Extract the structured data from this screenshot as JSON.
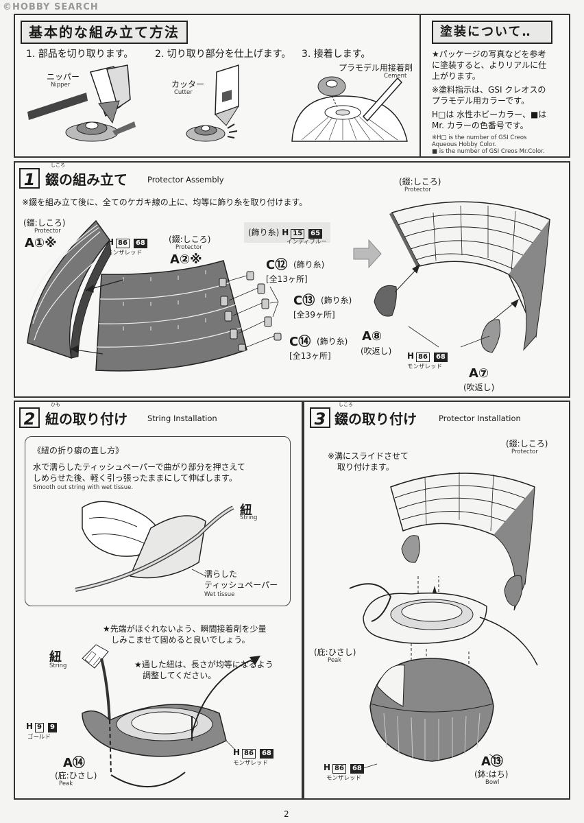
{
  "watermark": "HOBBY SEARCH",
  "basic": {
    "title": "基本的な組み立て方法",
    "step1": "1. 部品を切り取ります。",
    "step2": "2. 切り取り部分を仕上げます。",
    "step3": "3. 接着します。",
    "nipper_jp": "ニッパー",
    "nipper_en": "Nipper",
    "cutter_jp": "カッター",
    "cutter_en": "Cutter",
    "cement_jp": "プラモデル用接着剤",
    "cement_en": "Cement"
  },
  "paint": {
    "title": "塗装について‥",
    "l1": "★パッケージの写真などを参考",
    "l2": "に塗装すると、よりリアルに仕",
    "l3": "上がります。",
    "l4": "※塗料指示は、GSI クレオスの",
    "l5": "プラモデル用カラーです。",
    "l6": "H□は 水性ホビーカラー、■は",
    "l7": "Mr. カラーの色番号です。",
    "e1": "※H□ is the number of GSI Creos",
    "e2": "Aqueous Hobby Color.",
    "e3": "■ is the number of GSI Creos Mr.Color."
  },
  "s1": {
    "num": "1",
    "title": "錣の組み立て",
    "title_ruby": "しころ",
    "en": "Protector Assembly",
    "note": "※錣を組み立て後に、全てのケガキ線の上に、均等に飾り糸を取り付けます。",
    "protector_jp": "(錣:しころ)",
    "protector_en": "Protector",
    "a1": "A①※",
    "a2": "A②※",
    "h86": "H",
    "h86_num": "86",
    "h86_dark": "68",
    "h86_name": "モンザレッド",
    "deco": "(飾り糸)",
    "deco_h": "H",
    "deco_hnum": "15",
    "deco_dark": "65",
    "deco_name": "インディブルー",
    "c12": "C⑫",
    "c12_d": "(飾り糸)",
    "c12_c": "[全13ヶ所]",
    "c13": "C⑬",
    "c13_d": "(飾り糸)",
    "c13_c": "[全39ヶ所]",
    "c14": "C⑭",
    "c14_d": "(飾り糸)",
    "c14_c": "[全13ヶ所]",
    "a8": "A⑧",
    "a8_d": "(吹返し)",
    "a7": "A⑦",
    "a7_d": "(吹返し)",
    "right_protector_jp": "(錣:しころ)",
    "right_protector_en": "Protector"
  },
  "s2": {
    "num": "2",
    "title": "紐の取り付け",
    "title_ruby": "ひも",
    "en": "String Installation",
    "box_title": "《紐の折り癖の直し方》",
    "box_l1": "水で濡らしたティッシュペーパーで曲がり部分を押さえて",
    "box_l2": "しめらせた後、軽く引っ張ったままにして伸ばします。",
    "box_en": "Smooth out string with wet tissue.",
    "string_jp": "紐",
    "string_en": "String",
    "tissue_l1": "濡らした",
    "tissue_l2": "ティッシュペーパー",
    "tissue_en": "Wet tissue",
    "tip1": "★先端がほぐれないよう、瞬間接着剤を少量",
    "tip2": "しみこませて固めると良いでしょう。",
    "tip3": "★通した紐は、長さが均等になるよう",
    "tip4": "調整してください。",
    "string2_jp": "紐",
    "string2_en": "String",
    "h9": "H",
    "h9_num": "9",
    "h9_dark": "9",
    "h9_name": "ゴールド",
    "h86b": "H",
    "h86b_num": "86",
    "h86b_dark": "68",
    "h86b_name": "モンザレッド",
    "a14": "A⑭",
    "peak_jp": "(庇:ひさし)",
    "peak_en": "Peak"
  },
  "s3": {
    "num": "3",
    "title": "錣の取り付け",
    "title_ruby": "しころ",
    "en": "Protector Installation",
    "note1": "※溝にスライドさせて",
    "note2": "取り付けます。",
    "protector_jp": "(錣:しころ)",
    "protector_en": "Protector",
    "peak_jp": "(庇:ひさし)",
    "peak_en": "Peak",
    "h86": "H",
    "h86_num": "86",
    "h86_dark": "68",
    "h86_name": "モンザレッド",
    "a13": "A⑬",
    "bowl_jp": "(鉢:はち)",
    "bowl_en": "Bowl"
  },
  "page_number": "2"
}
